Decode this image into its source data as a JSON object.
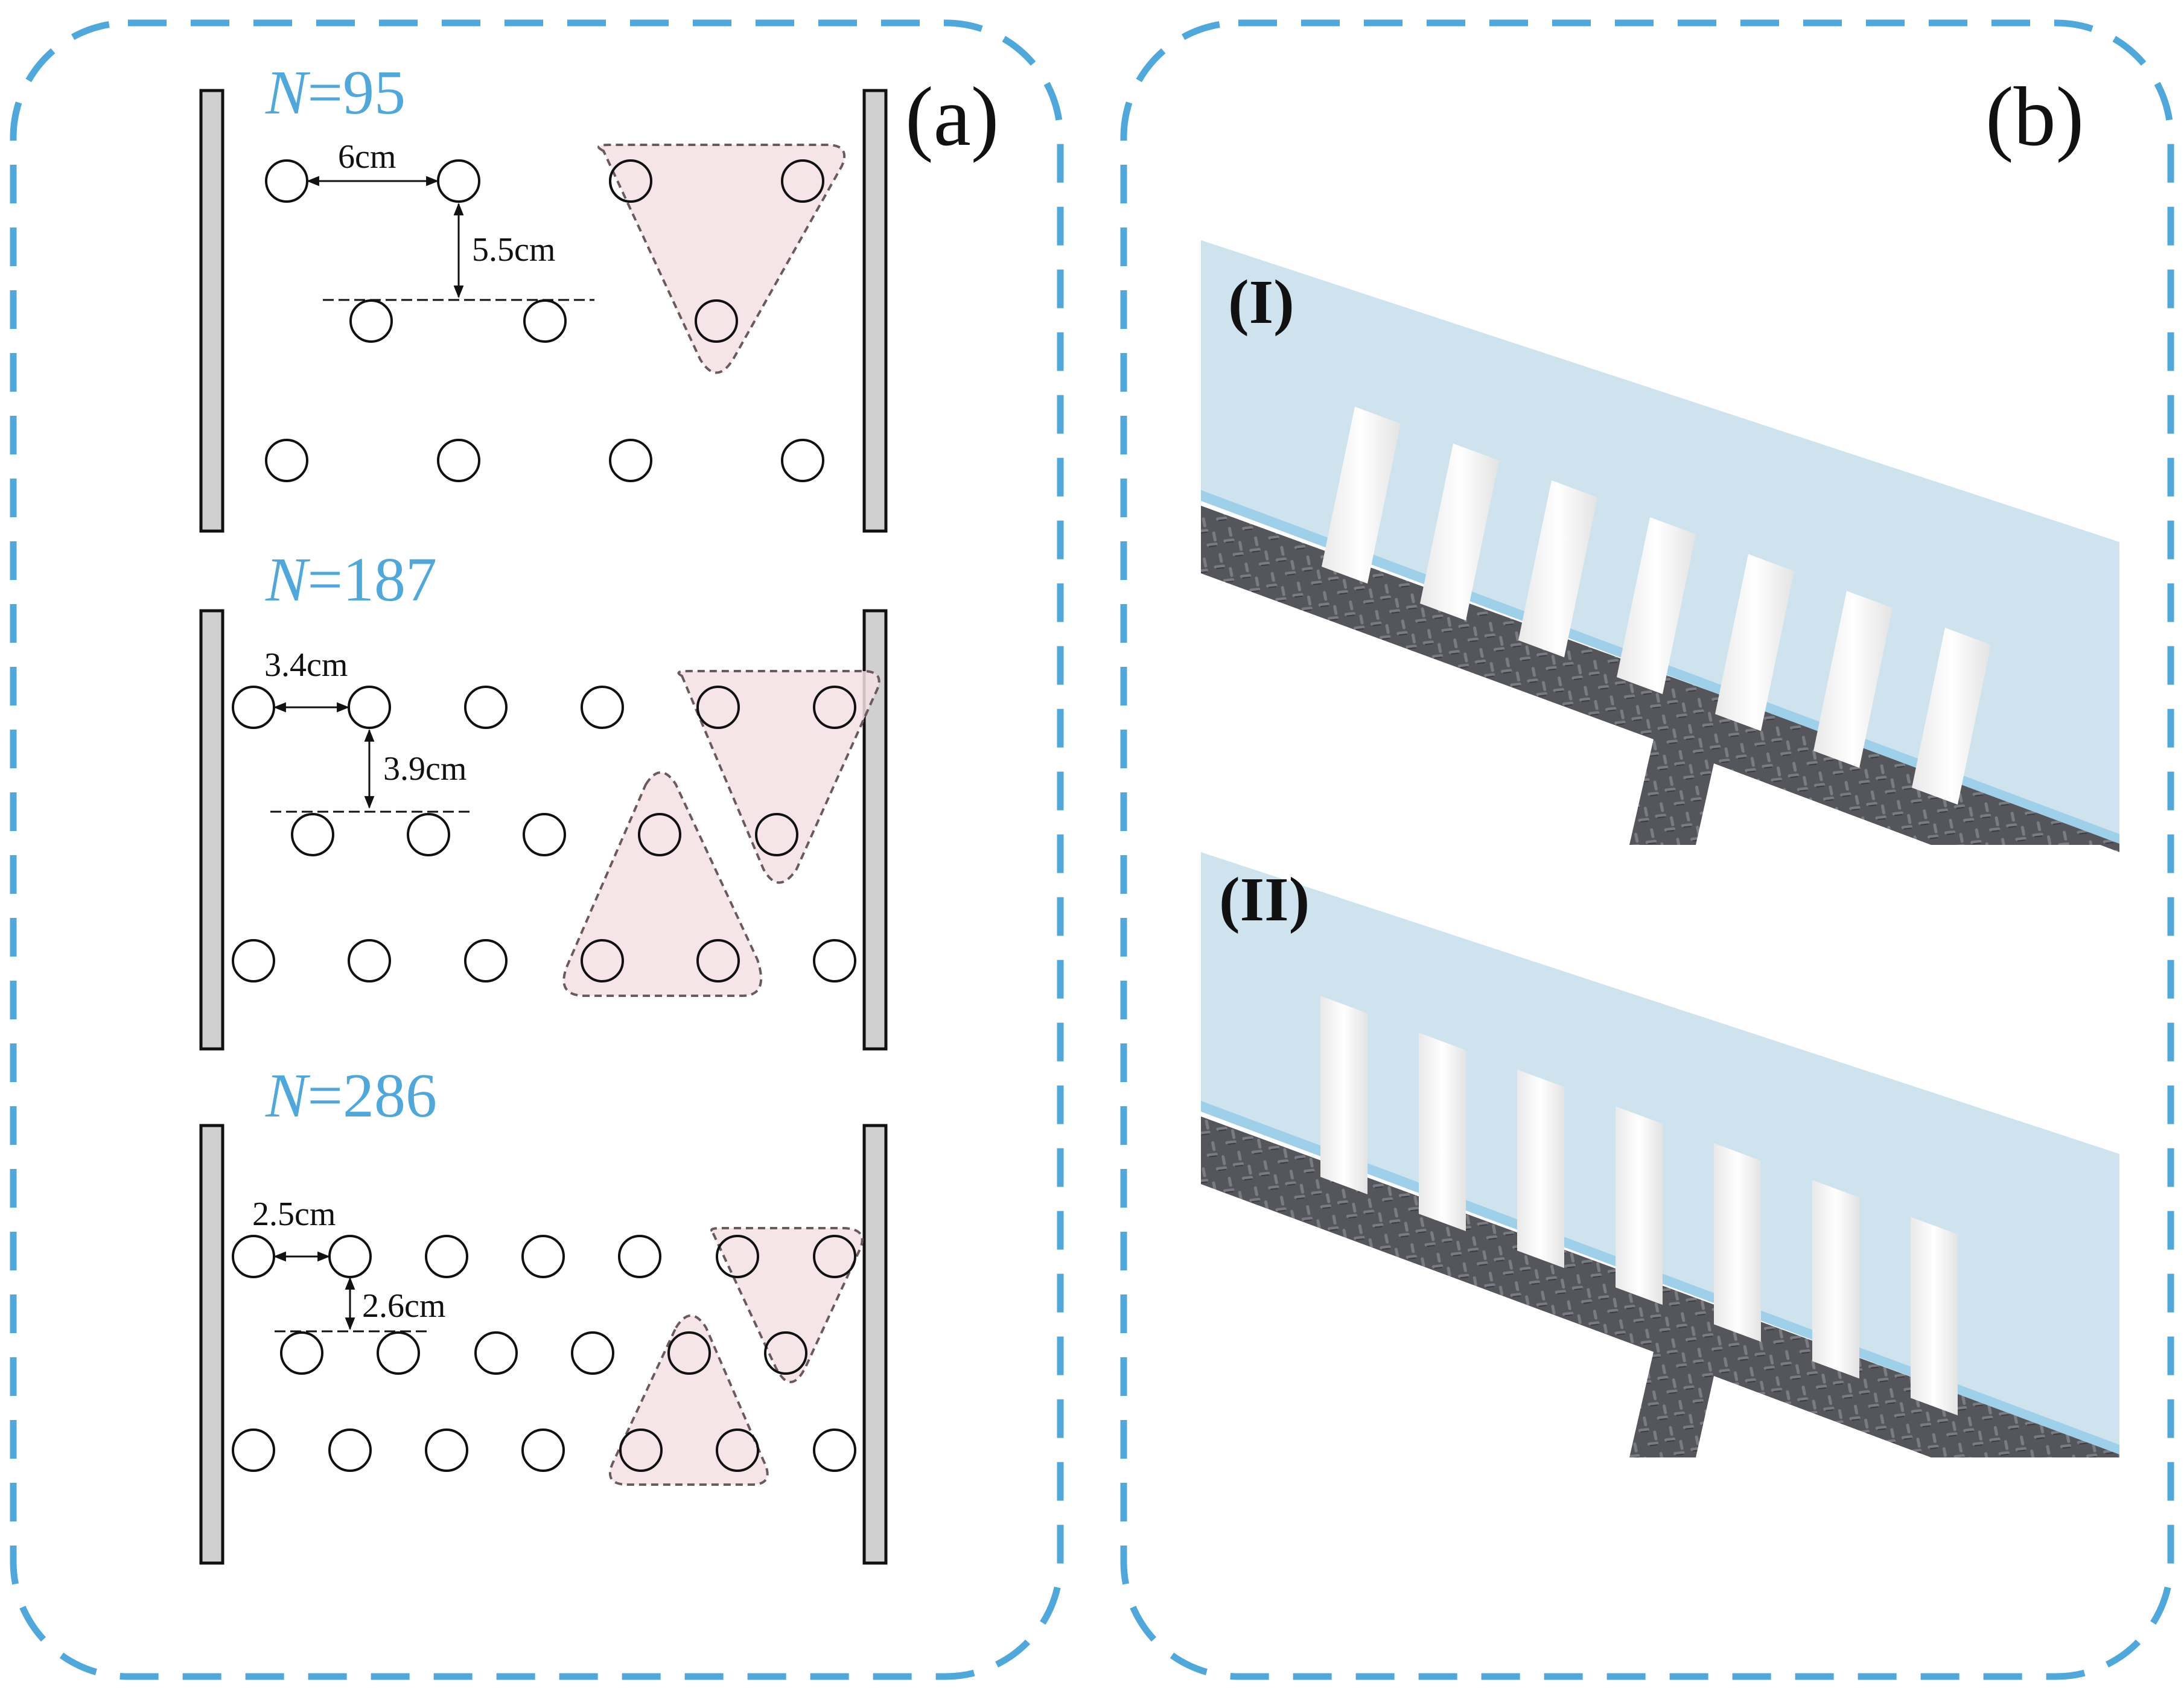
{
  "colors": {
    "frame": "#4fa8dc",
    "n_label": "#4fa8dc",
    "wall_fill": "#d0d0d0",
    "triangle_fill": "#f3e1e4",
    "triangle_stroke": "#6a5a5c",
    "water": "#cfe3ee",
    "water_line": "#9fd0ea",
    "bed": "#55565c",
    "bed_dark": "#3f4046",
    "pillar": "#f4f4f4"
  },
  "panel_a": {
    "label": "(a)",
    "configs": [
      {
        "n_italic": "N",
        "n_rest": "=95",
        "dim_horizontal": "6cm",
        "dim_vertical": "5.5cm"
      },
      {
        "n_italic": "N",
        "n_rest": "=187",
        "dim_horizontal": "3.4cm",
        "dim_vertical": "3.9cm"
      },
      {
        "n_italic": "N",
        "n_rest": "=286",
        "dim_horizontal": "2.5cm",
        "dim_vertical": "2.6cm"
      }
    ]
  },
  "panel_b": {
    "label": "(b)",
    "sub_panels": [
      {
        "label": "(I)",
        "pillar_style": "tilted"
      },
      {
        "label": "(II)",
        "pillar_style": "vertical"
      }
    ]
  }
}
